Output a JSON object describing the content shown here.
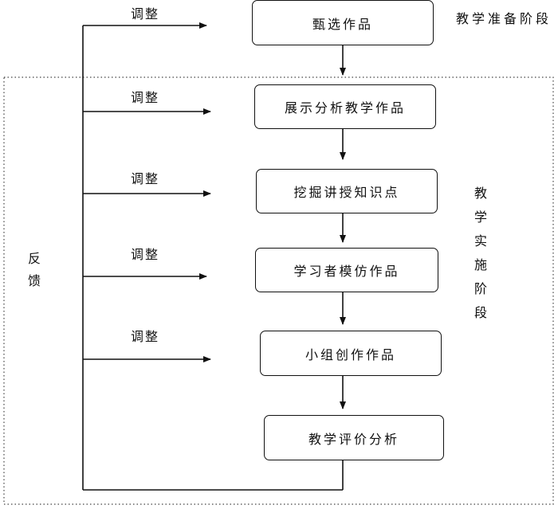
{
  "stages": {
    "prep": "教学准备阶段",
    "implement": "教学实施阶段"
  },
  "feedback": "反馈",
  "steps": [
    "甄选作品",
    "展示分析教学作品",
    "挖掘讲授知识点",
    "学习者模仿作品",
    "小组创作作品",
    "教学评价分析"
  ],
  "adjust": [
    "调整",
    "调整",
    "调整",
    "调整",
    "调整"
  ]
}
